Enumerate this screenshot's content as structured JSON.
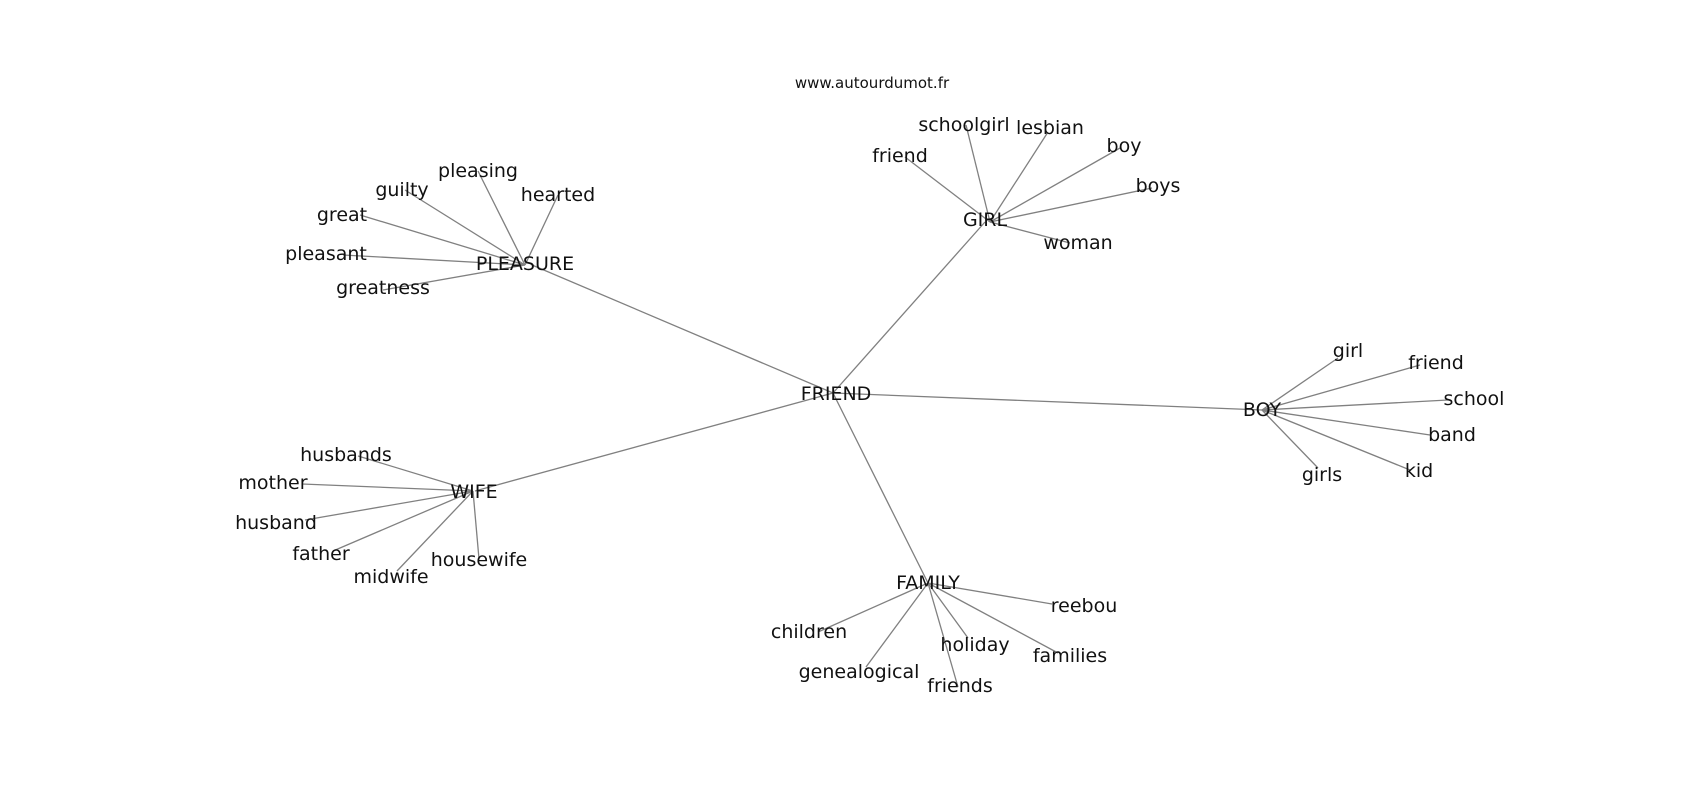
{
  "source": "www.autourdumot.fr",
  "diagram": {
    "type": "word-association-graph",
    "center": "FRIEND",
    "hubs": [
      {
        "label": "PLEASURE",
        "terms": [
          "pleasing",
          "guilty",
          "great",
          "pleasant",
          "greatness",
          "hearted"
        ]
      },
      {
        "label": "GIRL",
        "terms": [
          "schoolgirl",
          "lesbian",
          "friend",
          "boy",
          "boys",
          "woman"
        ]
      },
      {
        "label": "BOY",
        "terms": [
          "girl",
          "friend",
          "school",
          "band",
          "girls",
          "kid"
        ]
      },
      {
        "label": "WIFE",
        "terms": [
          "husbands",
          "mother",
          "husband",
          "father",
          "midwife",
          "housewife"
        ]
      },
      {
        "label": "FAMILY",
        "terms": [
          "children",
          "genealogical",
          "friends",
          "holiday",
          "families",
          "reebou"
        ]
      }
    ]
  },
  "colors": {
    "edge": "#808080",
    "text": "#111111",
    "background": "#ffffff"
  }
}
